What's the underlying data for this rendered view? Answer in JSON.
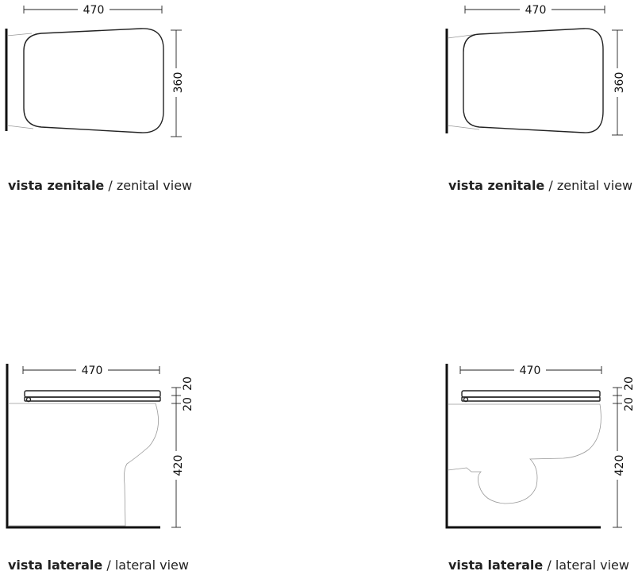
{
  "top_left": {
    "width_label": "470",
    "depth_label": "360",
    "caption_it": "vista zenitale",
    "caption_sep": " / ",
    "caption_en": "zenital view"
  },
  "top_right": {
    "width_label": "470",
    "depth_label": "360",
    "caption_it": "vista zenitale",
    "caption_sep": " / ",
    "caption_en": "zenital view"
  },
  "bottom_left": {
    "width_label": "470",
    "seat_label": "20",
    "gap_label": "20",
    "height_label": "420",
    "caption_it": "vista laterale",
    "caption_sep": " / ",
    "caption_en": "lateral view"
  },
  "bottom_right": {
    "width_label": "470",
    "seat_label": "20",
    "gap_label": "20",
    "height_label": "420",
    "caption_it": "vista laterale",
    "caption_sep": " / ",
    "caption_en": "lateral view"
  }
}
